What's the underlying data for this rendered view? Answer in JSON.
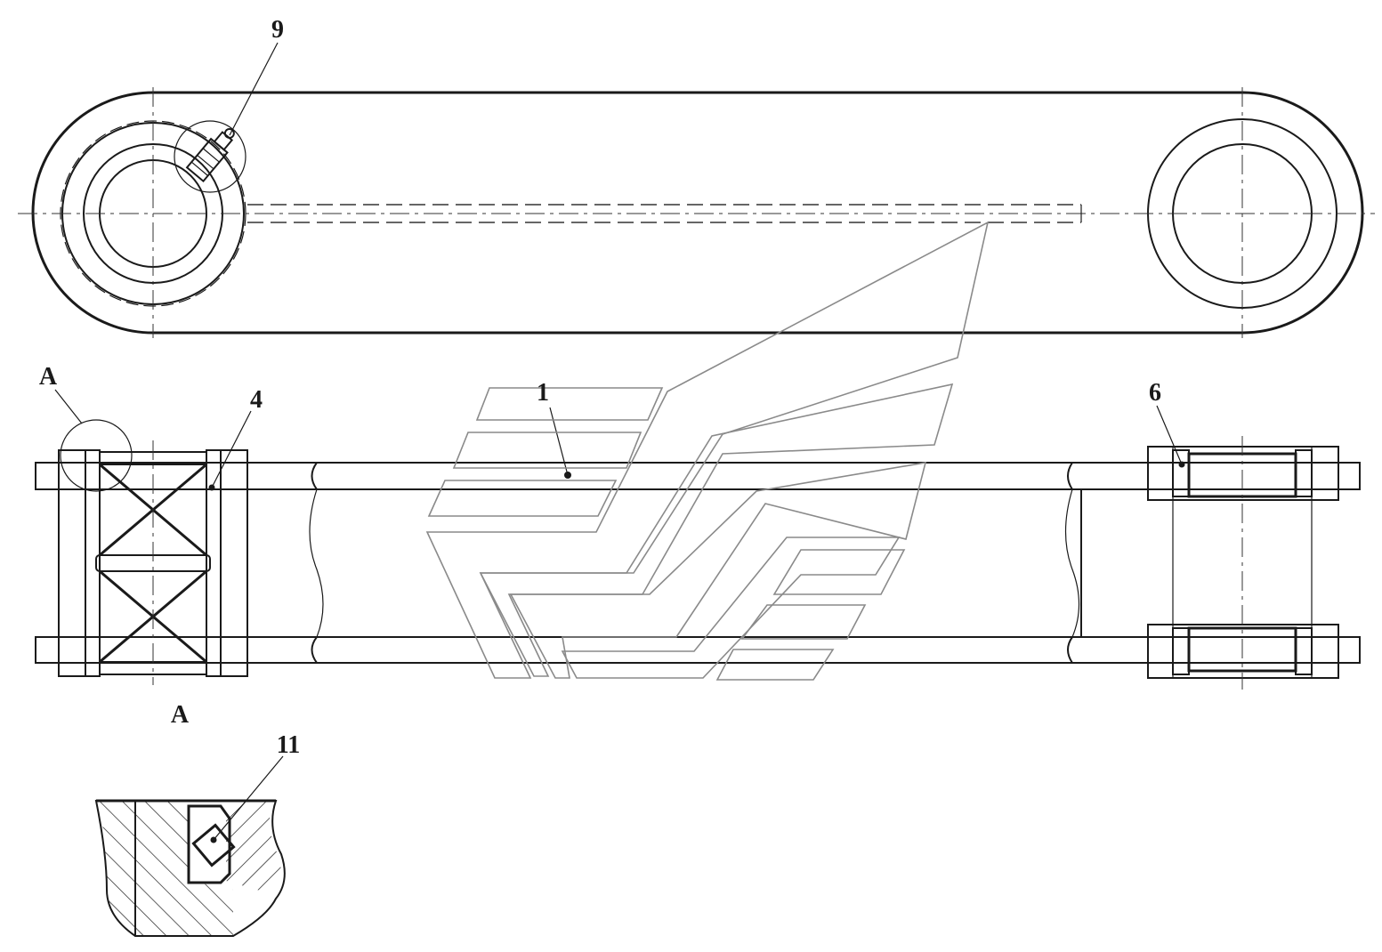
{
  "drawing": {
    "callouts": [
      {
        "id": "9",
        "text": "9"
      },
      {
        "id": "1",
        "text": "1"
      },
      {
        "id": "4",
        "text": "4"
      },
      {
        "id": "6",
        "text": "6"
      },
      {
        "id": "11",
        "text": "11"
      }
    ],
    "section_labels": [
      {
        "id": "a-top",
        "text": "A"
      },
      {
        "id": "a-bottom",
        "text": "A"
      }
    ],
    "colors": {
      "line": "#1a1a1a",
      "watermark": "#8a8a8a",
      "background": "#ffffff"
    },
    "watermark": "logo-watermark"
  }
}
